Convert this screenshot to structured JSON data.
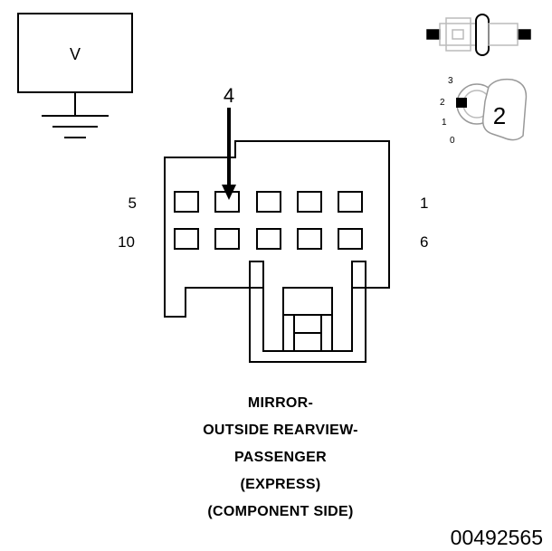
{
  "voltmeter": {
    "label": "V"
  },
  "connector": {
    "arrow_pin": "4",
    "pin_labels": {
      "top_left": "5",
      "top_right": "1",
      "bottom_left": "10",
      "bottom_right": "6"
    }
  },
  "ignition_key": {
    "positions": [
      "3",
      "2",
      "1",
      "0"
    ],
    "selected": "2"
  },
  "caption": {
    "lines": [
      "MIRROR-",
      "OUTSIDE REARVIEW-",
      "PASSENGER",
      "(EXPRESS)",
      "(COMPONENT SIDE)"
    ]
  },
  "document_id": "00492565"
}
